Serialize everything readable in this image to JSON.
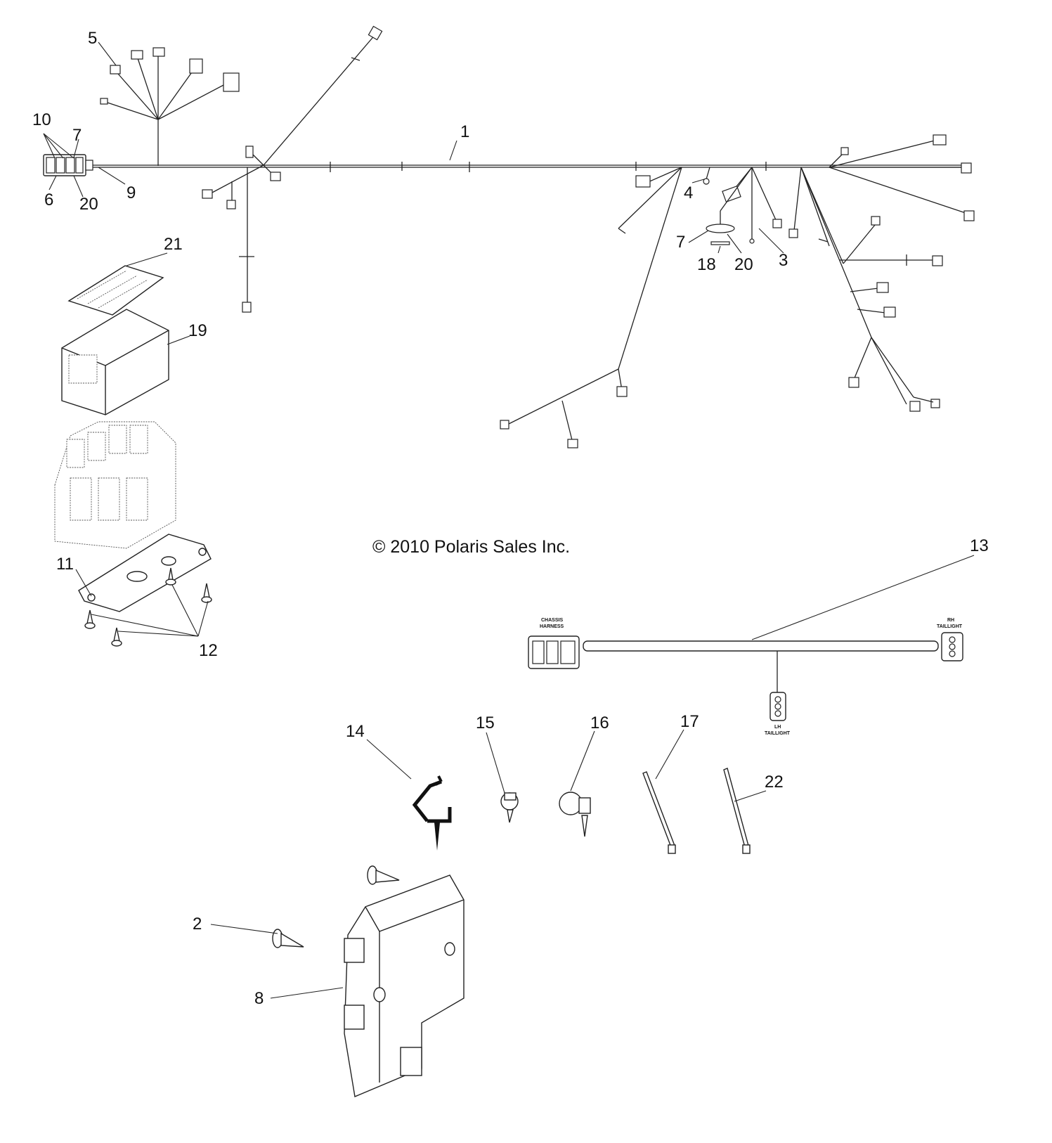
{
  "copyright": "© 2010 Polaris Sales Inc.",
  "callouts": {
    "c1": "1",
    "c2": "2",
    "c3": "3",
    "c4": "4",
    "c5": "5",
    "c6": "6",
    "c7a": "7",
    "c7b": "7",
    "c8": "8",
    "c9": "9",
    "c10": "10",
    "c11": "11",
    "c12": "12",
    "c13": "13",
    "c14": "14",
    "c15": "15",
    "c16": "16",
    "c17": "17",
    "c18": "18",
    "c19": "19",
    "c20a": "20",
    "c20b": "20",
    "c21": "21",
    "c22": "22"
  },
  "harness_labels": {
    "chassis_1": "CHASSIS",
    "chassis_2": "HARNESS",
    "rh_1": "RH",
    "rh_2": "TAILLIGHT",
    "lh_1": "LH",
    "lh_2": "TAILLIGHT"
  }
}
